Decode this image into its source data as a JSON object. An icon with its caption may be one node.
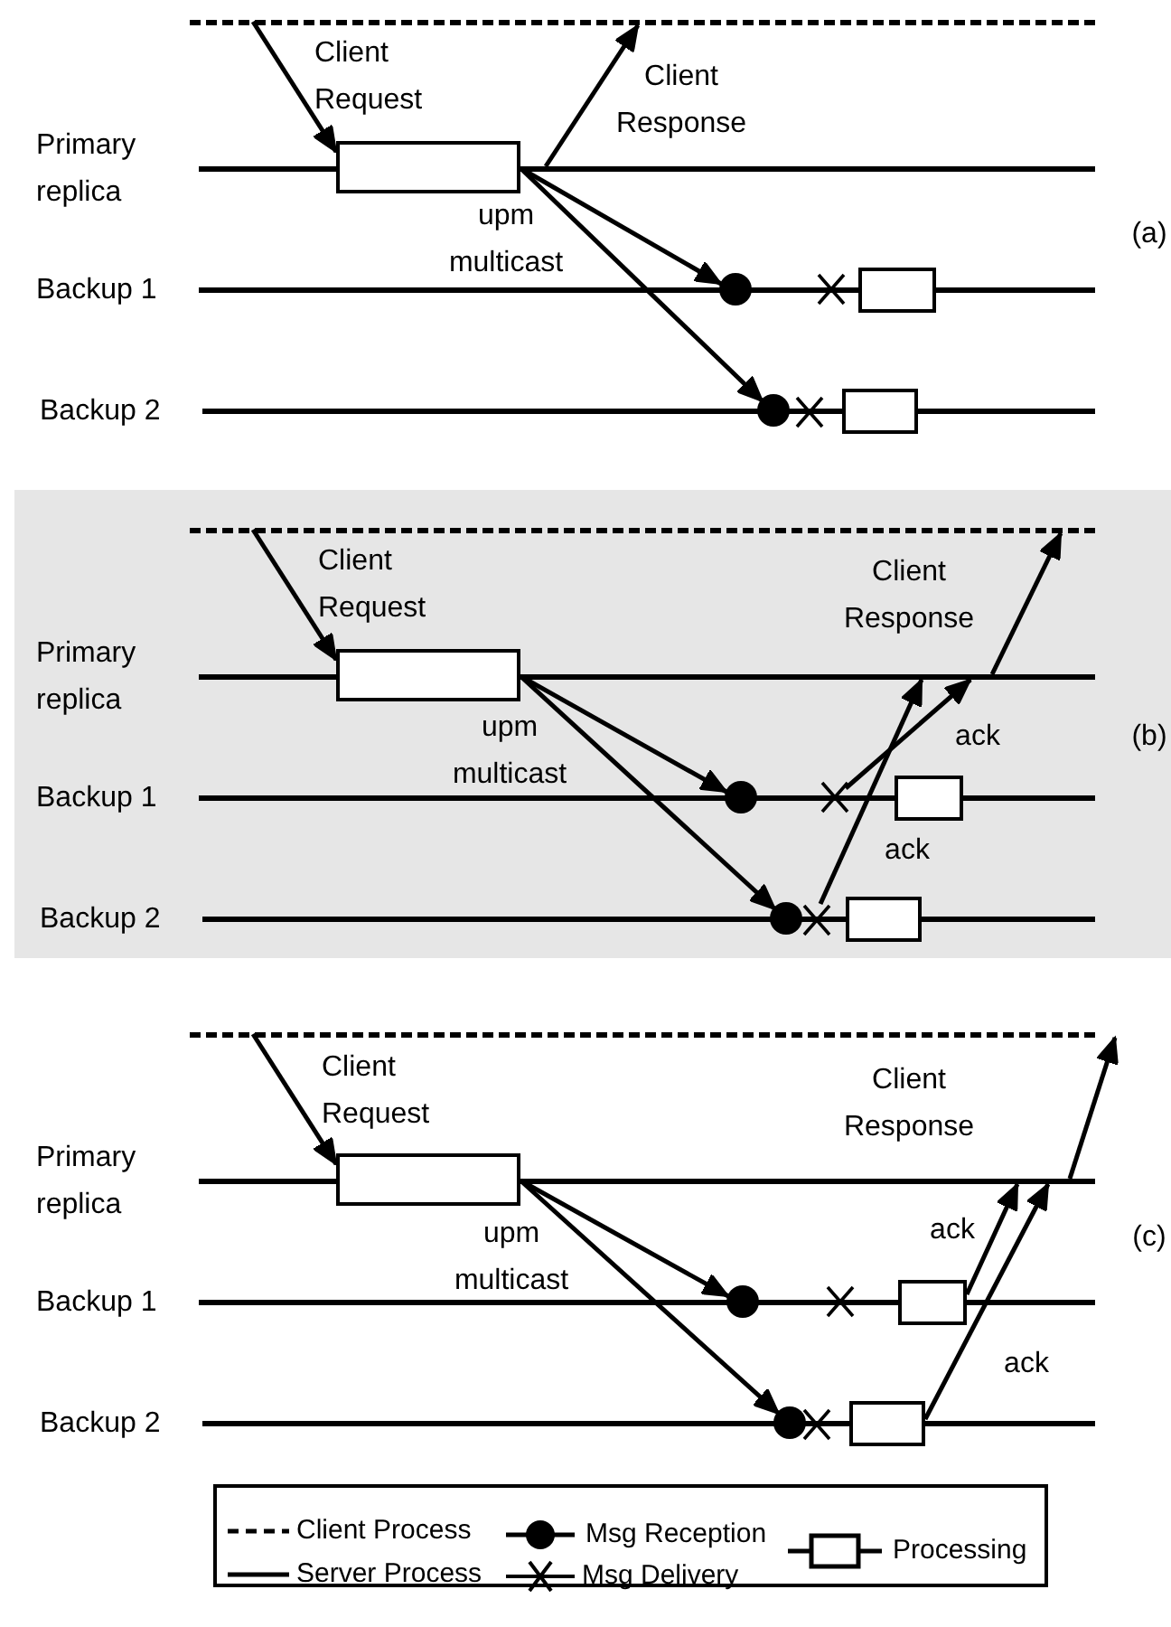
{
  "diagram": {
    "nodes": [
      {
        "text": [],
        "shape": "line"
      },
      {
        "text": [
          "Primary replica"
        ]
      },
      {
        "text": [],
        "shape": "box"
      },
      {
        "text": [
          "Backup 1"
        ]
      },
      {
        "text": [],
        "shape": "circle"
      },
      {
        "text": [],
        "shape": "cross"
      },
      {
        "text": [],
        "shape": "box"
      },
      {
        "text": [
          "Backup 2"
        ]
      },
      {
        "text": [],
        "shape": "circle"
      },
      {
        "text": [],
        "shape": "cross"
      },
      {
        "text": [],
        "shape": "box"
      },
      {
        "text": [],
        "shape": "line"
      },
      {
        "text": [
          "Primary replica"
        ]
      },
      {
        "text": [],
        "shape": "box"
      },
      {
        "text": [
          "Backup 1"
        ]
      },
      {
        "text": [],
        "shape": "circle"
      },
      {
        "text": [],
        "shape": "cross"
      },
      {
        "text": [],
        "shape": "box"
      },
      {
        "text": [
          "Backup 2"
        ]
      },
      {
        "text": [],
        "shape": "circle"
      },
      {
        "text": [],
        "shape": "cross"
      },
      {
        "text": [],
        "shape": "box"
      },
      {
        "text": [],
        "shape": "line"
      },
      {
        "text": [
          "Primary replica"
        ]
      },
      {
        "text": [],
        "shape": "box"
      },
      {
        "text": [
          "Backup 1"
        ]
      },
      {
        "text": [],
        "shape": "circle"
      },
      {
        "text": [],
        "shape": "cross"
      },
      {
        "text": [],
        "shape": "box"
      },
      {
        "text": [
          "Backup 2"
        ]
      },
      {
        "text": [],
        "shape": "circle"
      },
      {
        "text": [],
        "shape": "cross"
      },
      {
        "text": [],
        "shape": "box"
      }
    ],
    "edges": [
      {
        "from": 0,
        "to": 2,
        "arrow": "to",
        "label": "Client Request"
      },
      {
        "from": 1,
        "to": 0,
        "arrow": "to",
        "label": "Client Response"
      },
      {
        "from": 2,
        "to": 4,
        "arrow": "to",
        "label": "upm multicast"
      },
      {
        "from": 2,
        "to": 8,
        "arrow": "to"
      },
      {
        "from": 11,
        "to": 13,
        "arrow": "to",
        "label": "Client Request"
      },
      {
        "from": 12,
        "to": 11,
        "arrow": "to",
        "label": "Client Response"
      },
      {
        "from": 13,
        "to": 15,
        "arrow": "to",
        "label": "upm multicast"
      },
      {
        "from": 13,
        "to": 19,
        "arrow": "to"
      },
      {
        "from": 16,
        "to": 12,
        "arrow": "to",
        "label": "ack"
      },
      {
        "from": 20,
        "to": 12,
        "arrow": "to",
        "label": "ack"
      },
      {
        "from": 22,
        "to": 24,
        "arrow": "to",
        "label": "Client Request"
      },
      {
        "from": 23,
        "to": 22,
        "arrow": "to",
        "label": "Client Response"
      },
      {
        "from": 24,
        "to": 26,
        "arrow": "to",
        "label": "upm multicast"
      },
      {
        "from": 24,
        "to": 30,
        "arrow": "to"
      },
      {
        "from": 28,
        "to": 23,
        "arrow": "to",
        "label": "ack"
      },
      {
        "from": 32,
        "to": 23,
        "arrow": "to",
        "label": "ack"
      }
    ],
    "labels": [
      "(a)",
      "(b)",
      "(c)"
    ],
    "legend": [
      {
        "text": "Client Process"
      },
      {
        "text": "Server Process"
      },
      {
        "text": "Msg Reception"
      },
      {
        "text": "Msg Delivery"
      },
      {
        "text": "Processing"
      }
    ]
  }
}
